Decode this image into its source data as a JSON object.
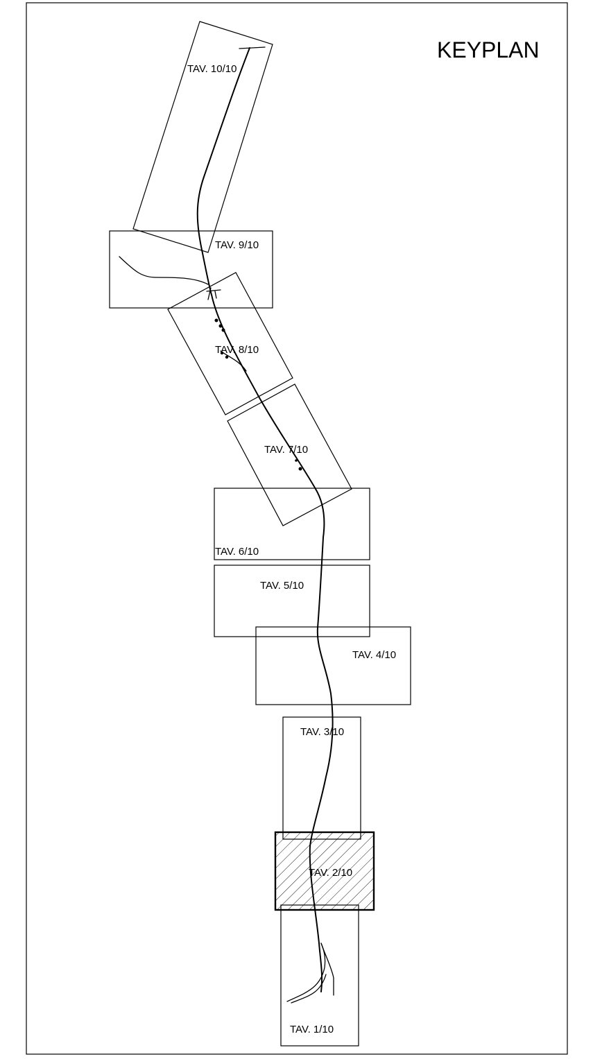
{
  "title": "KEYPLAN",
  "current_sheet": "TAV. 2/10",
  "sheets": [
    {
      "label": "TAV. 10/10"
    },
    {
      "label": "TAV. 9/10"
    },
    {
      "label": "TAV. 8/10"
    },
    {
      "label": "TAV. 7/10"
    },
    {
      "label": "TAV. 6/10"
    },
    {
      "label": "TAV. 5/10"
    },
    {
      "label": "TAV. 4/10"
    },
    {
      "label": "TAV. 3/10"
    },
    {
      "label": "TAV. 2/10"
    },
    {
      "label": "TAV. 1/10"
    }
  ],
  "colors": {
    "line": "#000000",
    "background": "#ffffff",
    "marker": "#c00000"
  }
}
